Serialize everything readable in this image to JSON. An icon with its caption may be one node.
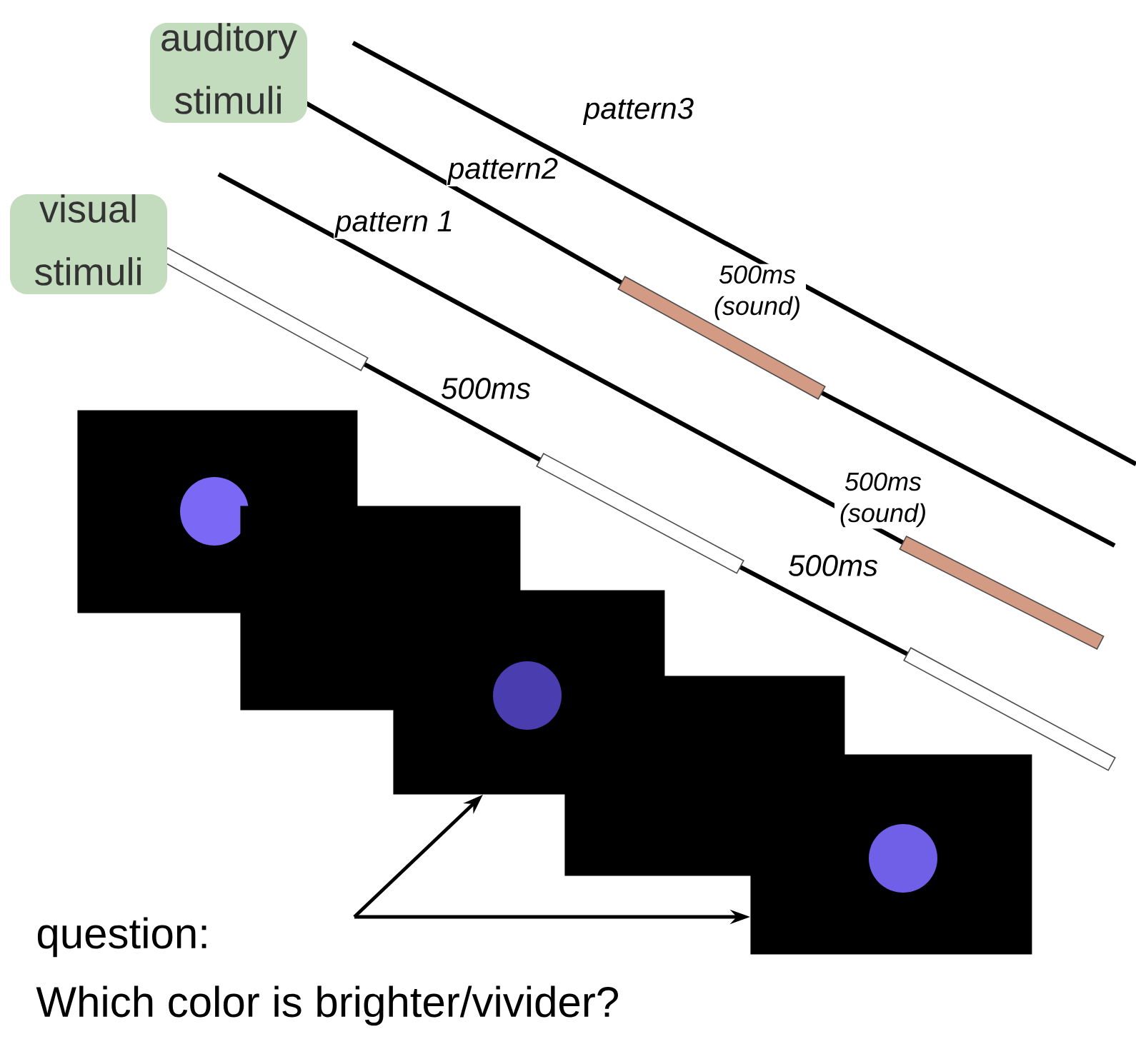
{
  "diagram": {
    "nodes": [
      {
        "text": [],
        "shape": "box"
      },
      {
        "text": [],
        "shape": "box"
      },
      {
        "text": [],
        "shape": "box"
      },
      {
        "text": [],
        "shape": "box"
      },
      {
        "text": [],
        "shape": "box"
      },
      {
        "text": [
          "question:",
          "Which color is brighter/vivider?"
        ]
      }
    ],
    "edges": [
      {
        "from": 5,
        "to": 2,
        "arrow": "to"
      },
      {
        "from": 5,
        "to": 4,
        "arrow": "to"
      }
    ],
    "labels": [
      "auditory stimuli",
      "pattern3",
      "pattern2",
      "visual stimuli",
      "pattern 1",
      "500ms (sound)",
      "500ms",
      "500ms (sound)",
      "500ms"
    ]
  }
}
